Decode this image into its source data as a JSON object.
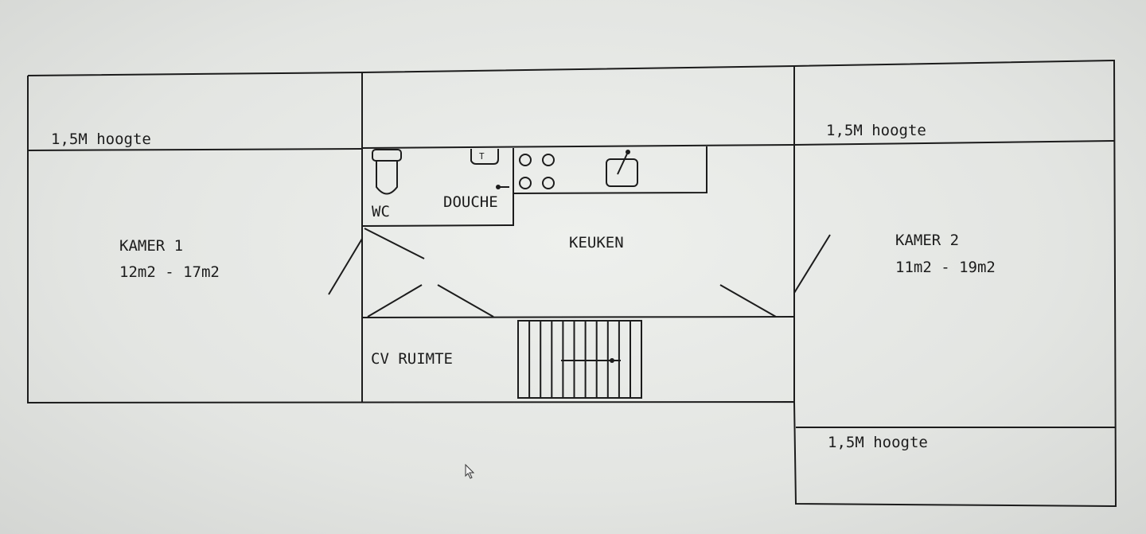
{
  "plan": {
    "labels": {
      "height_left": "1,5M hoogte",
      "height_right_top": "1,5M hoogte",
      "height_right_bottom": "1,5M hoogte",
      "kamer1": "KAMER 1",
      "kamer1_area": "12m2  -  17m2",
      "kamer2": "KAMER 2",
      "kamer2_area": "11m2  -  19m2",
      "wc": "WC",
      "douche": "DOUCHE",
      "keuken": "KEUKEN",
      "cv": "CV RUIMTE"
    },
    "icons": [
      "toilet-icon",
      "shower-icon",
      "stove-icon",
      "sink-icon",
      "stairs-icon",
      "door-icon",
      "mouse-cursor-icon"
    ],
    "line_color": "#1c1c1c"
  }
}
